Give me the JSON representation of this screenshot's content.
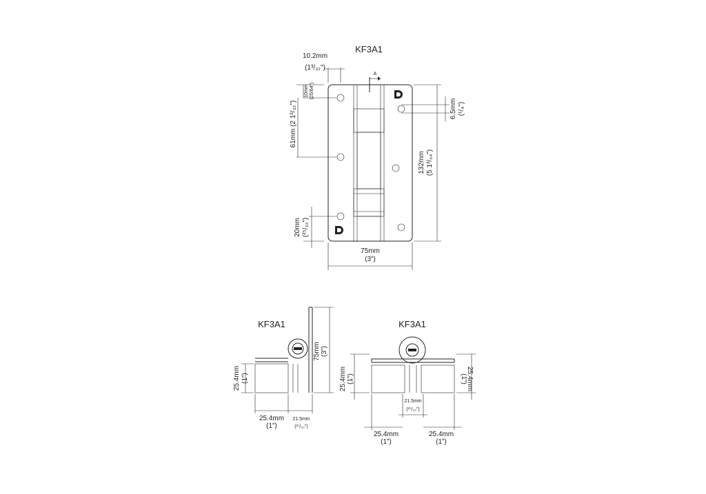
{
  "front_view": {
    "title": "KF3A1",
    "dim_top_width": "10.2mm",
    "dim_top_width_in": "(1³/₃₂\")",
    "dim_section": "A",
    "dim_hole_edge": "10mm",
    "dim_hole_edge_in": "(25/64\")",
    "dim_hole_pitch": "61mm (2 1³/₃₂\")",
    "dim_hole_dia": "6.5mm",
    "dim_hole_dia_in": "(¹/₄\")",
    "dim_height": "132mm",
    "dim_height_in": "(5 1³/₆₄\")",
    "dim_bottom_hole": "20mm",
    "dim_bottom_hole_in": "(²⁵/₃₂\")",
    "dim_width": "75mm",
    "dim_width_in": "(3\")"
  },
  "side_view_left": {
    "title": "KF3A1",
    "dim_height": "75mm",
    "dim_height_in": "(3\")",
    "dim_leg": "25.4mm",
    "dim_leg_in": "(1\")",
    "dim_bottom_a": "25.4mm",
    "dim_bottom_a_in": "(1\")",
    "dim_bottom_b": "21.5mm",
    "dim_bottom_b_in": "(²⁷/₃₂\")"
  },
  "side_view_right": {
    "title": "KF3A1",
    "dim_leg_left": "25.4mm",
    "dim_leg_left_in": "(1\")",
    "dim_leg_right": "25.4mm",
    "dim_leg_right_in": "(1\")",
    "dim_center": "21.5mm",
    "dim_center_in": "(²⁷/₃₂\")",
    "dim_bottom_left": "25.4mm",
    "dim_bottom_left_in": "(1\")",
    "dim_bottom_right": "25.4mm",
    "dim_bottom_right_in": "(1\")"
  }
}
